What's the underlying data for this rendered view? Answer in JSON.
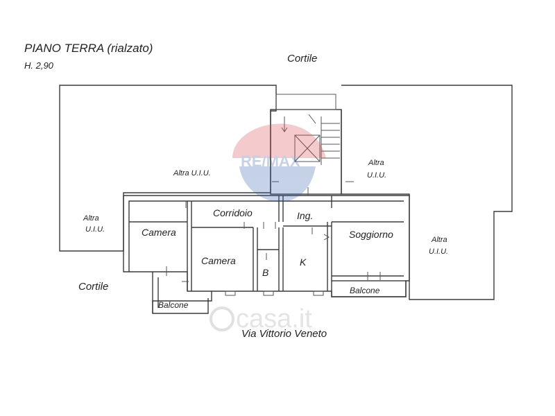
{
  "header": {
    "title": "PIANO TERRA (rialzato)",
    "height_note": "H. 2,90"
  },
  "labels": {
    "cortile_top": "Cortile",
    "cortile_left": "Cortile",
    "altra_uiu_top_left": "Altra U.I.U.",
    "altra_uiu_left_1": "Altra",
    "altra_uiu_left_2": "U.I.U.",
    "altra_uiu_top_right_1": "Altra",
    "altra_uiu_top_right_2": "U.I.U.",
    "altra_uiu_right_1": "Altra",
    "altra_uiu_right_2": "U.I.U.",
    "corridoio": "Corridoio",
    "ingresso": "Ing.",
    "camera_1": "Camera",
    "camera_2": "Camera",
    "soggiorno": "Soggiorno",
    "bagno": "B",
    "cucina": "K",
    "balcone_left": "Balcone",
    "balcone_right": "Balcone",
    "street": "Via Vittorio Veneto"
  },
  "watermarks": {
    "remax": "RE/MAX",
    "casa": "casa.it"
  },
  "colors": {
    "line": "#3a3a3a",
    "remax_red": "#d9464b",
    "remax_blue": "#2f5ea8"
  }
}
